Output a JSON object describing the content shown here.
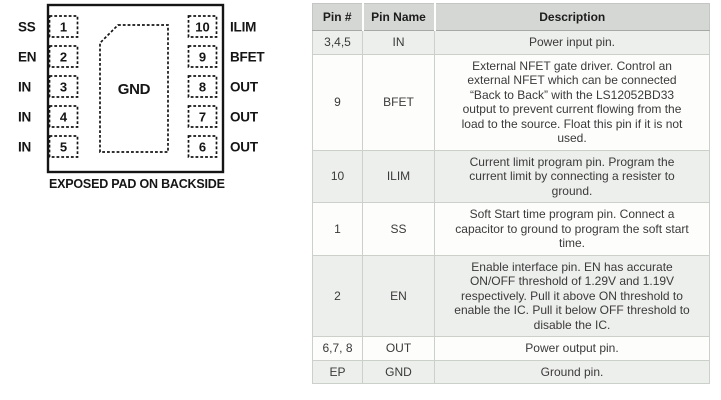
{
  "diagram": {
    "left_pins": [
      {
        "number": "1",
        "label": "SS"
      },
      {
        "number": "2",
        "label": "EN"
      },
      {
        "number": "3",
        "label": "IN"
      },
      {
        "number": "4",
        "label": "IN"
      },
      {
        "number": "5",
        "label": "IN"
      }
    ],
    "right_pins": [
      {
        "number": "10",
        "label": "ILIM"
      },
      {
        "number": "9",
        "label": "BFET"
      },
      {
        "number": "8",
        "label": "OUT"
      },
      {
        "number": "7",
        "label": "OUT"
      },
      {
        "number": "6",
        "label": "OUT"
      }
    ],
    "pad_label": "GND",
    "caption": "EXPOSED PAD ON BACKSIDE"
  },
  "table": {
    "headers": [
      "Pin #",
      "Pin Name",
      "Description"
    ],
    "rows": [
      {
        "pin": "3,4,5",
        "name": "IN",
        "description": "Power input pin."
      },
      {
        "pin": "9",
        "name": "BFET",
        "description": "External NFET gate driver. Control an external NFET which can be connected “Back to Back” with the LS12052BD33 output to prevent current flowing from the load to the source. Float this pin if it is not used."
      },
      {
        "pin": "10",
        "name": "ILIM",
        "description": "Current limit program pin. Program the current limit by connecting a resister to ground."
      },
      {
        "pin": "1",
        "name": "SS",
        "description": "Soft Start time program pin. Connect a capacitor to ground to program the soft start time."
      },
      {
        "pin": "2",
        "name": "EN",
        "description": "Enable interface pin. EN has accurate ON/OFF threshold of 1.29V and 1.19V respectively. Pull it above ON threshold to enable the IC. Pull it below OFF threshold to disable the IC."
      },
      {
        "pin": "6,7, 8",
        "name": "OUT",
        "description": "Power output pin."
      },
      {
        "pin": "EP",
        "name": "GND",
        "description": "Ground pin."
      }
    ]
  },
  "colors": {
    "header_bg": "#d5d7d4",
    "row_alt_bg": "#edefec",
    "row_bg": "#fdfdfc",
    "table_border": "#ccd0cb",
    "diagram_line": "#151515",
    "body_text": "#3a3a3a"
  }
}
